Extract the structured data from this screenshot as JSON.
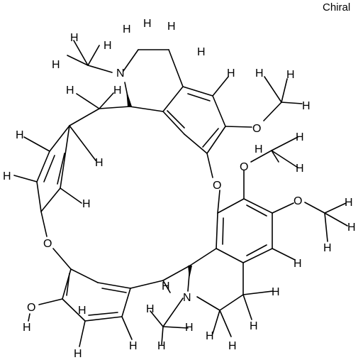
{
  "labels": {
    "chiral": "Chiral"
  },
  "atoms": {
    "N": "N",
    "O": "O",
    "H": "H"
  }
}
